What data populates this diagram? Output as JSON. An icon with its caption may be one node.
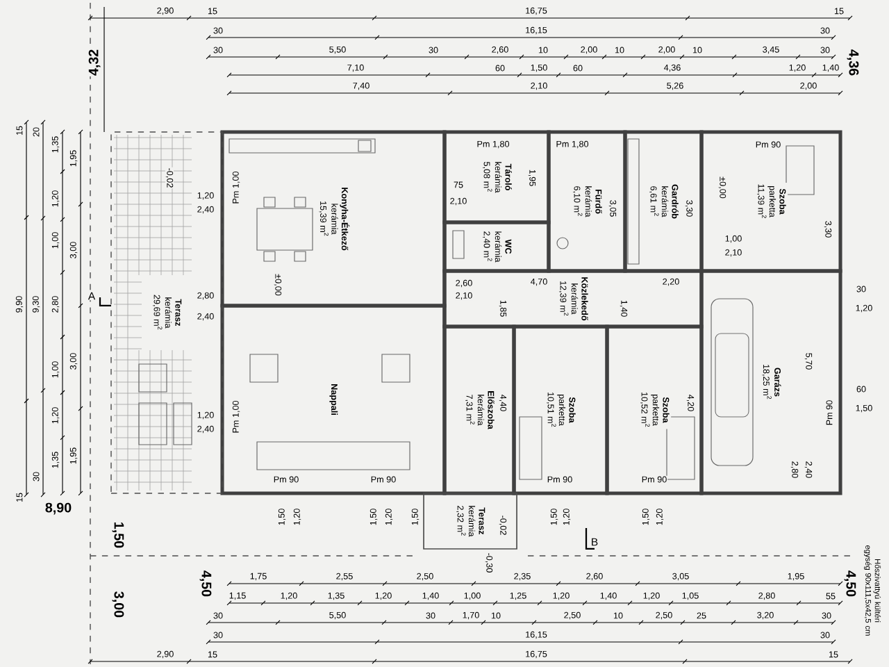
{
  "diagram": {
    "nodes": [
      {
        "text": [
          "Konyha-Étkező",
          "kerámia",
          "15,39 m$^{2}$"
        ]
      },
      {
        "text": [
          "Tároló",
          "kerámia",
          "5,08 m$^{2}$"
        ]
      },
      {
        "text": [
          "WC",
          "kerámia",
          "2,40 m$^{2}$"
        ]
      },
      {
        "text": [
          "Fürdő",
          "kerámia",
          "6,10 m$^{2}$"
        ]
      },
      {
        "text": [
          "Gardrób",
          "kerámia",
          "6,61 m$^{2}$"
        ]
      },
      {
        "text": [
          "Szoba",
          "parketta",
          "11,39 m$^{2}$"
        ]
      },
      {
        "text": [
          "Közlekedő",
          "kerámia",
          "12,39 m$^{2}$"
        ]
      },
      {
        "text": [
          "Nappali"
        ]
      },
      {
        "text": [
          "Előszoba",
          "kerámia",
          "7,31 m$^{2}$"
        ]
      },
      {
        "text": [
          "Szoba",
          "parketta",
          "10,51 m$^{2}$"
        ]
      },
      {
        "text": [
          "Szoba",
          "parketta",
          "10,52 m$^{2}$"
        ]
      },
      {
        "text": [
          "Garázs",
          "18,25 m$^{2}$"
        ]
      },
      {
        "text": [
          "Terasz",
          "kerámia",
          "29,69 m$^{2}$"
        ]
      },
      {
        "text": [
          "Terasz",
          "kerámia",
          "2,32 m$^{2}$"
        ]
      }
    ],
    "labels": [
      "2,90",
      "15",
      "16,75",
      "15",
      "30",
      "16,15",
      "30",
      "30",
      "5,50",
      "30",
      "2,60",
      "10",
      "2,00",
      "10",
      "2,00",
      "10",
      "3,45",
      "30",
      "7,10",
      "60",
      "1,50",
      "60",
      "4,36",
      "1,20",
      "1,40",
      "7,40",
      "2,10",
      "5,26",
      "2,00",
      "4,32",
      "4,36",
      "15",
      "9,90",
      "15",
      "20",
      "9,30",
      "30",
      "1,35",
      "1,20",
      "1,00",
      "2,80",
      "1,00",
      "1,20",
      "1,35",
      "1,95",
      "3,00",
      "3,00",
      "1,95",
      "8,90",
      "1,50",
      "1,20",
      "2,40",
      "2,80",
      "2,40",
      "1,20",
      "2,40",
      "-0,02",
      "A",
      "Pm 1,80",
      "Pm 1,80",
      "Pm 90",
      "Pm 1,00",
      "75",
      "2,10",
      "±0,00",
      "1,95",
      "3,05",
      "3,30",
      "3,30",
      "±0,00",
      "1,00",
      "2,10",
      "4,70",
      "2,20",
      "1,85",
      "1,40",
      "2,60",
      "2,10",
      "Pm 90",
      "Pm 90",
      "Pm 1,00",
      "Pm 90",
      "Pm 90",
      "Pm 90",
      "4,40",
      "4,20",
      "5,70",
      "2,80",
      "2,40",
      "1,50",
      "1,20",
      "1,50",
      "1,20",
      "1,50",
      "1,50",
      "1,20",
      "1,50",
      "1,20",
      "B",
      "-0,02",
      "-0,30",
      "3,00",
      "4,50",
      "1,75",
      "2,55",
      "2,50",
      "2,35",
      "2,60",
      "3,05",
      "1,95",
      "1,15",
      "1,20",
      "1,35",
      "1,20",
      "1,40",
      "1,00",
      "1,25",
      "1,20",
      "1,40",
      "1,20",
      "1,05",
      "2,80",
      "55",
      "30",
      "5,50",
      "30",
      "1,70",
      "10",
      "2,50",
      "10",
      "2,50",
      "25",
      "3,20",
      "30",
      "30",
      "16,15",
      "30",
      "2,90",
      "15",
      "16,75",
      "15",
      "4,50",
      "Hőszivattyú kültéri egység 90x111,5x42,5 cm",
      "30",
      "1,20",
      "60",
      "1,50"
    ]
  }
}
